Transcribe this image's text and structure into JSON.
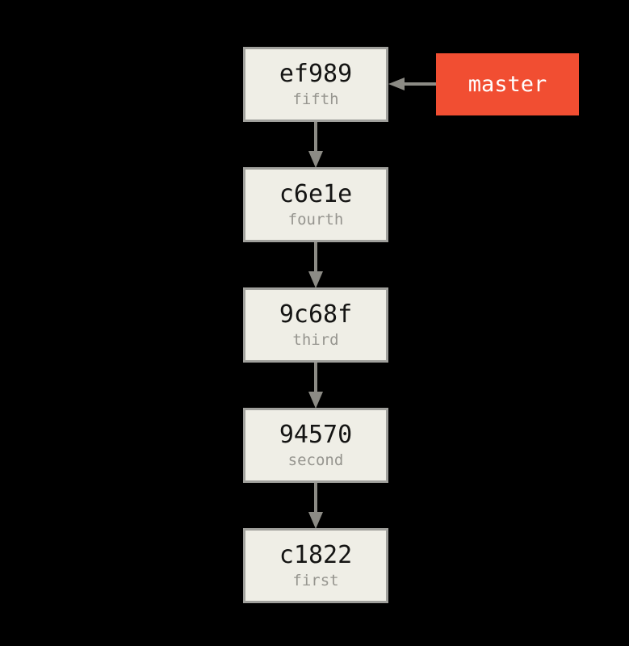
{
  "title": "Git commit history diagram",
  "colors": {
    "background": "#000000",
    "box_fill": "#efeee6",
    "box_border": "#a0a09c",
    "hash_color": "#141413",
    "label_color": "#96958f",
    "arrow_color": "#8c8b85",
    "branch_fill": "#f14e32",
    "branch_text": "#ffffff"
  },
  "diagram": {
    "commits": [
      {
        "hash": "ef989",
        "label": "fifth"
      },
      {
        "hash": "c6e1e",
        "label": "fourth"
      },
      {
        "hash": "9c68f",
        "label": "third"
      },
      {
        "hash": "94570",
        "label": "second"
      },
      {
        "hash": "c1822",
        "label": "first"
      }
    ],
    "edges": [
      {
        "from": "ef989",
        "to": "c6e1e"
      },
      {
        "from": "c6e1e",
        "to": "9c68f"
      },
      {
        "from": "9c68f",
        "to": "94570"
      },
      {
        "from": "94570",
        "to": "c1822"
      }
    ],
    "branch": {
      "name": "master",
      "points_to": "ef989"
    }
  }
}
